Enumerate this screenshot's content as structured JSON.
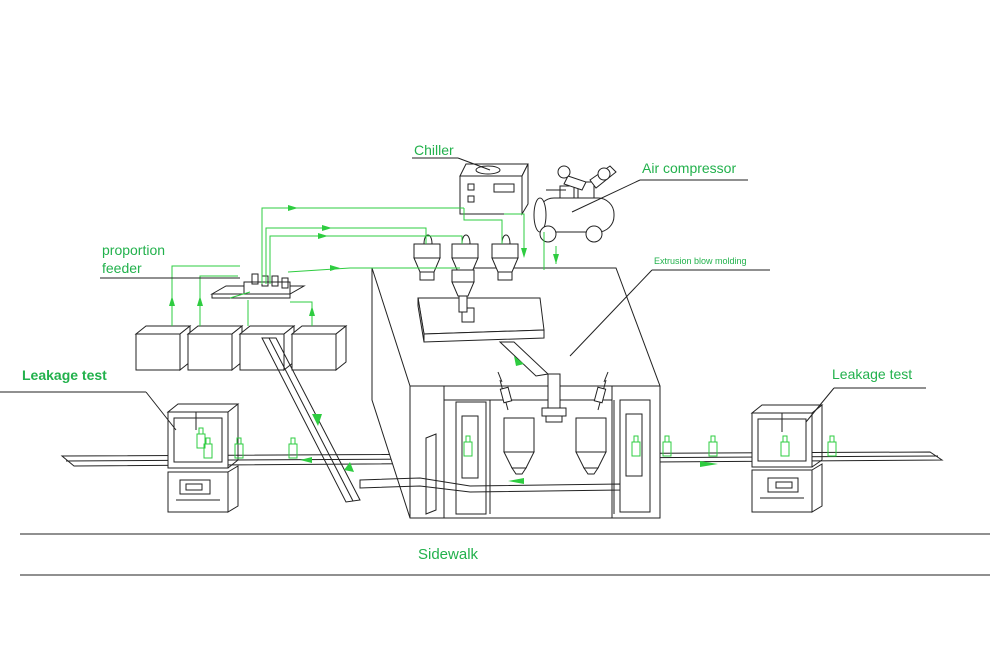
{
  "labels": {
    "chiller": "Chiller",
    "air_compressor": "Air compressor",
    "proportion_feeder_line1": "proportion",
    "proportion_feeder_line2": "feeder",
    "extrusion_blow_molding": "Extrusion blow molding",
    "leakage_test_left": "Leakage test",
    "leakage_test_right": "Leakage test",
    "sidewalk": "Sidewalk"
  },
  "colors": {
    "label_green": "#22b14c",
    "pipe_green": "#2ecc40",
    "line_dark": "#222222",
    "background": "#ffffff"
  }
}
